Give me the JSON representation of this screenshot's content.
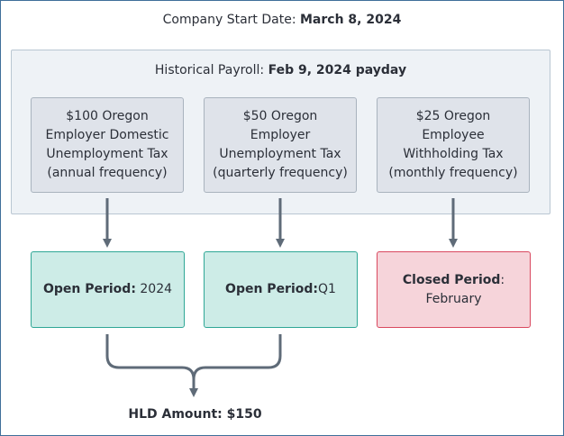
{
  "header": {
    "label": "Company Start Date:",
    "value": "March 8, 2024"
  },
  "historical": {
    "label": "Historical Payroll:",
    "value": "Feb 9, 2024 payday"
  },
  "tax_boxes": [
    {
      "text": "$100 Oregon\nEmployer Domestic\nUnemployment Tax\n(annual frequency)"
    },
    {
      "text": "$50 Oregon\nEmployer\nUnemployment Tax\n(quarterly frequency)"
    },
    {
      "text": "$25 Oregon\nEmployee\nWithholding Tax\n(monthly frequency)"
    }
  ],
  "periods": [
    {
      "label": "Open Period:",
      "value": " 2024",
      "status": "open"
    },
    {
      "label": "Open Period:",
      "value": "Q1",
      "status": "open"
    },
    {
      "label": "Closed Period",
      "value": ":",
      "line2": "February",
      "status": "closed"
    }
  ],
  "hld": {
    "label": "HLD Amount:",
    "value": " $150"
  },
  "colors": {
    "open_fill": "#cdece7",
    "open_border": "#2fa796",
    "closed_fill": "#f6d4da",
    "closed_border": "#d9485f",
    "connector": "#5f6b78"
  }
}
